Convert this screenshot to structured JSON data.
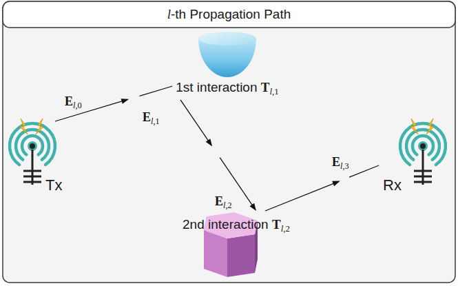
{
  "diagram": {
    "title": "l-th Propagation Path",
    "nodes": [
      {
        "text": [
          "Tx"
        ]
      },
      {
        "text": [
          "1st interaction Tl,1"
        ]
      },
      {
        "text": [
          "2nd interaction Tl,2"
        ]
      },
      {
        "text": [
          "Rx"
        ]
      }
    ],
    "edges": [
      {
        "from": 0,
        "to": 1,
        "arrow": "to",
        "label": "El,0"
      },
      {
        "from": 1,
        "to": 2,
        "arrow": "to",
        "label": "El,2"
      },
      {
        "from": 2,
        "to": 3,
        "arrow": "to",
        "label": "El,3"
      }
    ],
    "labels": [
      "El,1"
    ]
  }
}
